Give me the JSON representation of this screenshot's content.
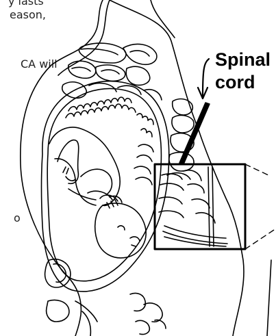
{
  "text_fragments": [
    "y lasts",
    "eason,",
    "CA will",
    "o"
  ],
  "label": {
    "line1": "Spinal",
    "line2": "cord"
  }
}
